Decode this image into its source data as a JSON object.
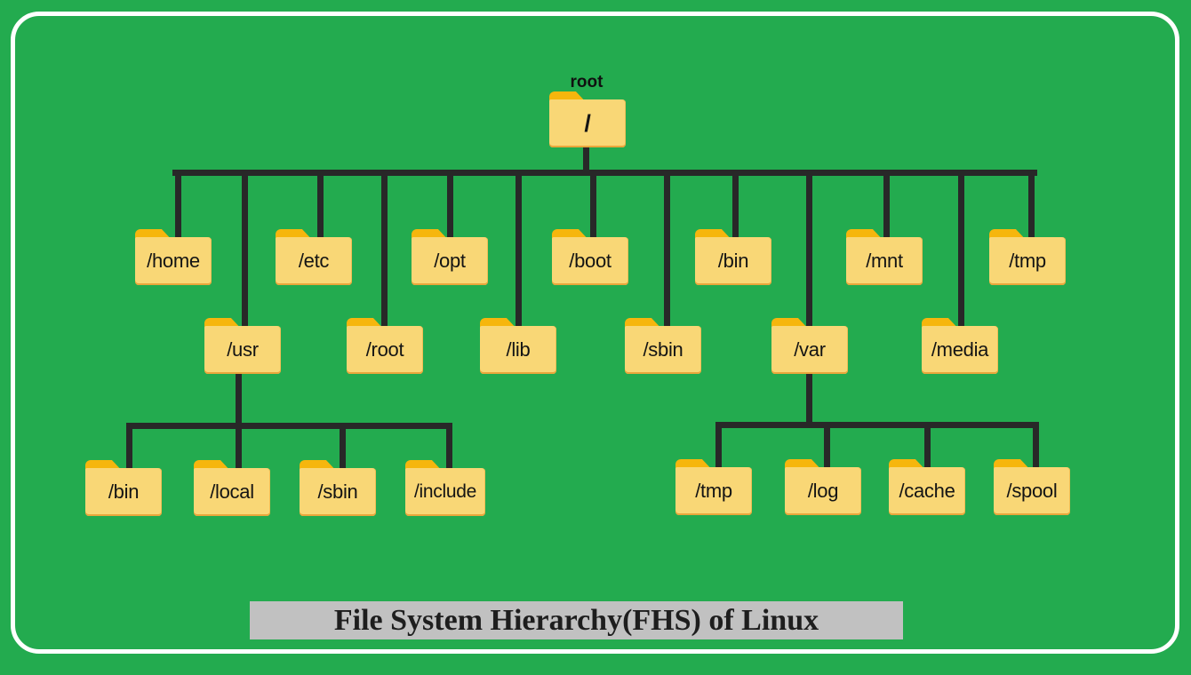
{
  "title": {
    "text": "File System Hierarchy(FHS) of Linux"
  },
  "root_caption": "root",
  "nodes": {
    "root": "/",
    "home": "/home",
    "etc": "/etc",
    "opt": "/opt",
    "boot": "/boot",
    "bin": "/bin",
    "mnt": "/mnt",
    "tmp": "/tmp",
    "usr": "/usr",
    "root_dir": "/root",
    "lib": "/lib",
    "sbin": "/sbin",
    "var": "/var",
    "media": "/media",
    "usr_bin": "/bin",
    "usr_local": "/local",
    "usr_sbin": "/sbin",
    "usr_include": "/include",
    "var_tmp": "/tmp",
    "var_log": "/log",
    "var_cache": "/cache",
    "var_spool": "/spool"
  },
  "hierarchy": {
    "root": {
      "name": "/",
      "caption": "root",
      "children": [
        "/home",
        "/usr",
        "/etc",
        "/root",
        "/opt",
        "/lib",
        "/boot",
        "/sbin",
        "/bin",
        "/var",
        "/mnt",
        "/media",
        "/tmp"
      ]
    },
    "usr": {
      "name": "/usr",
      "children": [
        "/bin",
        "/local",
        "/sbin",
        "/include"
      ]
    },
    "var": {
      "name": "/var",
      "children": [
        "/tmp",
        "/log",
        "/cache",
        "/spool"
      ]
    }
  },
  "colors": {
    "background": "#23AB4F",
    "folder_body": "#F9D776",
    "folder_tab": "#F6B60D",
    "connector": "#282828",
    "title_background": "#C1C1C1",
    "title_text": "#1E1E1E",
    "frame_border": "#FFFFFF"
  }
}
